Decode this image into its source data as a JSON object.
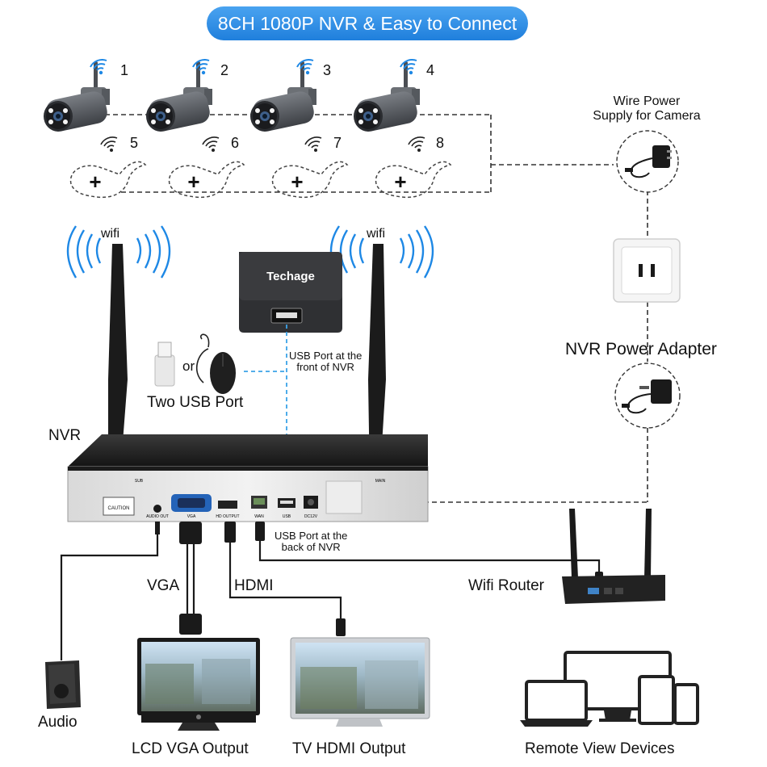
{
  "title": "8CH 1080P NVR & Easy to Connect",
  "cameras": {
    "wired": [
      "1",
      "2",
      "3",
      "4"
    ],
    "addable": [
      "5",
      "6",
      "7",
      "8"
    ],
    "add_symbol": "+"
  },
  "labels": {
    "wifi_left": "wifi",
    "wifi_right": "wifi",
    "wire_power": "Wire Power\nSupply for Camera",
    "nvr_power_adapter": "NVR Power Adapter",
    "usb_or": "or",
    "two_usb_port": "Two USB Port",
    "usb_front": "USB Port at the\nfront of NVR",
    "usb_back": "USB Port at the\nback of NVR",
    "nvr": "NVR",
    "vga": "VGA",
    "hdmi": "HDMI",
    "wifi_router": "Wifi Router",
    "audio": "Audio",
    "lcd_vga_output": "LCD VGA Output",
    "tv_hdmi_output": "TV HDMI Output",
    "remote_view_devices": "Remote View Devices"
  },
  "brand": "Techage",
  "nvr_ports": {
    "caution": "CAUTION",
    "audio_out": "AUDIO OUT",
    "vga": "VGA",
    "hd_output": "HD OUTPUT",
    "wan": "WAN",
    "usb": "USB",
    "dc12v": "DC12V",
    "sub": "SUB",
    "main": "MAIN"
  },
  "colors": {
    "title_bg": "#2a8ae4",
    "wifi_signal": "#1e88e5",
    "usb_link": "#3ba3e8",
    "dashed_line": "#333333",
    "camera_body": "#5a5d62",
    "nvr_body": "#2b2b2b"
  }
}
